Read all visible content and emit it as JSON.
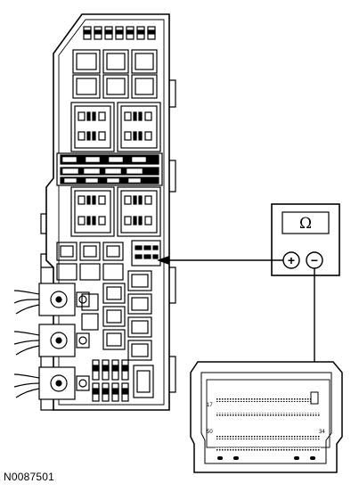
{
  "figure_id": "N0087501",
  "meter": {
    "symbol": "Ω",
    "positive_terminal": "+",
    "negative_terminal": "−"
  },
  "connector": {
    "pin_labels": [
      "17",
      "50",
      "34"
    ]
  }
}
